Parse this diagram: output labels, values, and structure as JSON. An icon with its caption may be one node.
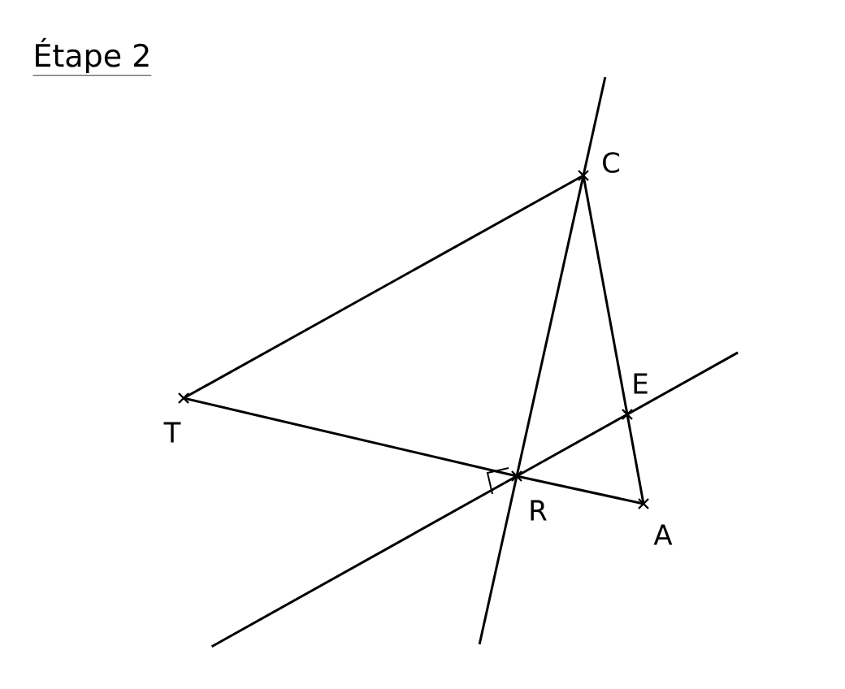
{
  "diagram": {
    "title": "Étape 2",
    "nodes": [
      {
        "text": [
          "C"
        ]
      },
      {
        "text": [
          "T"
        ]
      },
      {
        "text": [
          "E"
        ]
      },
      {
        "text": [
          "R"
        ]
      },
      {
        "text": [
          "A"
        ]
      }
    ],
    "edges": [
      {
        "from": 1,
        "to": 0,
        "arrow": "none"
      },
      {
        "from": 0,
        "to": 3,
        "arrow": "none"
      },
      {
        "from": 0,
        "to": 2,
        "arrow": "none"
      },
      {
        "from": 2,
        "to": 4,
        "arrow": "none"
      },
      {
        "from": 1,
        "to": 3,
        "arrow": "none"
      },
      {
        "from": 3,
        "to": 4,
        "arrow": "none"
      },
      {
        "from": 3,
        "to": 2,
        "arrow": "none"
      }
    ]
  }
}
